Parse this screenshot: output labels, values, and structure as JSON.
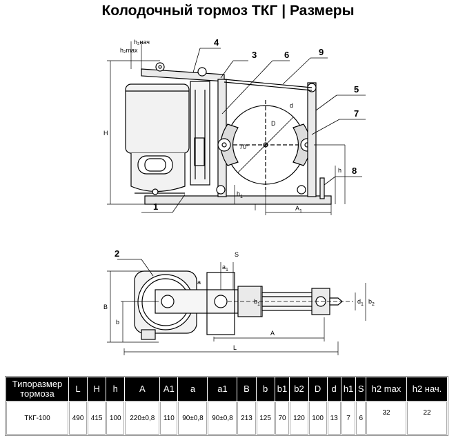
{
  "title": "Колодочный тормоз ТКГ | Размеры",
  "callouts": {
    "c1": "1",
    "c2": "2",
    "c3": "3",
    "c4": "4",
    "c5": "5",
    "c6": "6",
    "c7": "7",
    "c8": "8",
    "c9": "9"
  },
  "dims": {
    "H": "H",
    "L": "L",
    "A": "A",
    "A1": "A",
    "A1_sub": "1",
    "B": "B",
    "b": "b",
    "b1": "b",
    "b1_sub": "1",
    "b2": "b",
    "b2_sub": "2",
    "h": "h",
    "h1": "h",
    "h1_sub": "1",
    "h2max": "h₂max",
    "h2nach": "h₂нач",
    "a": "a",
    "a1": "a",
    "a1_sub": "1",
    "D": "D",
    "d": "d",
    "d1": "d",
    "d1_sub": "1",
    "angle": "70°",
    "S": "S"
  },
  "table": {
    "headers": [
      "Типоразмер тормоза",
      "L",
      "H",
      "h",
      "A",
      "A1",
      "a",
      "a1",
      "B",
      "b",
      "b1",
      "b2",
      "D",
      "d",
      "h1",
      "S",
      "h2 max",
      "h2 нач."
    ],
    "rows": [
      [
        "ТКГ-100",
        "490",
        "415",
        "100",
        "220±0,8",
        "110",
        "90±0,8",
        "90±0,8",
        "213",
        "125",
        "70",
        "120",
        "100",
        "13",
        "7",
        "6",
        "32",
        "22"
      ]
    ]
  }
}
